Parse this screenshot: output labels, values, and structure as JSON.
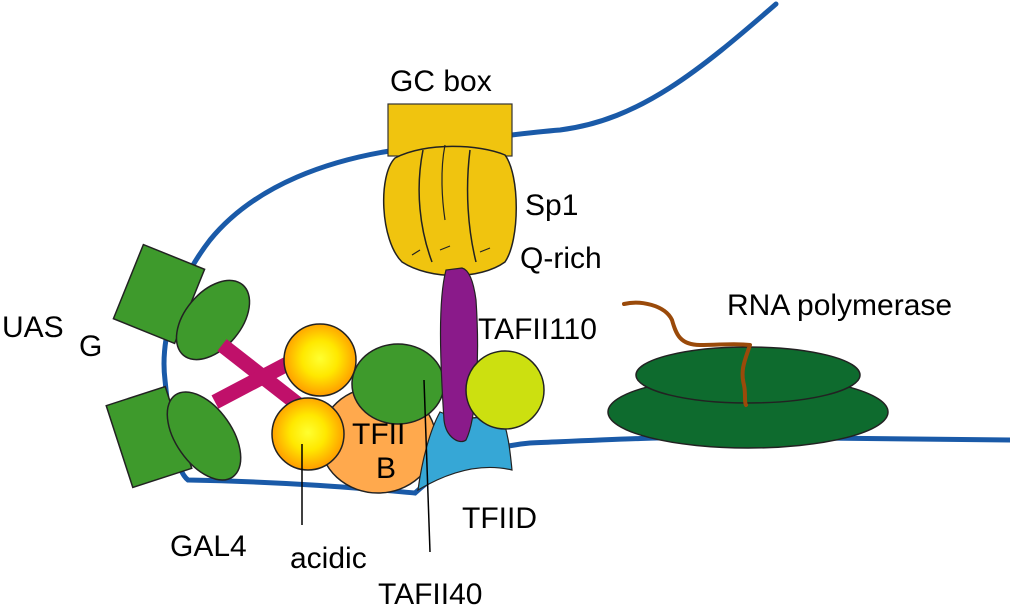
{
  "labels": {
    "gc_box": "GC box",
    "sp1": "Sp1",
    "q_rich": "Q-rich",
    "uas": "UAS",
    "uas_sub": "G",
    "tafii110": "TAFII110",
    "rna_polymerase": "RNA polymerase",
    "tfiib_line1": "TFII",
    "tfiib_line2": "B",
    "tfiid": "TFIID",
    "gal4": "GAL4",
    "acidic": "acidic",
    "tafii40": "TAFII40"
  },
  "colors": {
    "dna": "#1a5aa8",
    "gc_box": "#f0c40f",
    "gal4_green": "#3e9a2c",
    "gal4_linker": "#c0106a",
    "acidic_orange": "#ff9a00",
    "acidic_core": "#ffff20",
    "tfiib": "#ffa94d",
    "tafii40_green": "#3e9a2c",
    "tafii110_purple": "#8a1a8a",
    "lime": "#cce010",
    "tfiid_blue": "#36a7d6",
    "polymerase_green": "#0e6b2e",
    "rna_brown": "#9a4a0a"
  }
}
